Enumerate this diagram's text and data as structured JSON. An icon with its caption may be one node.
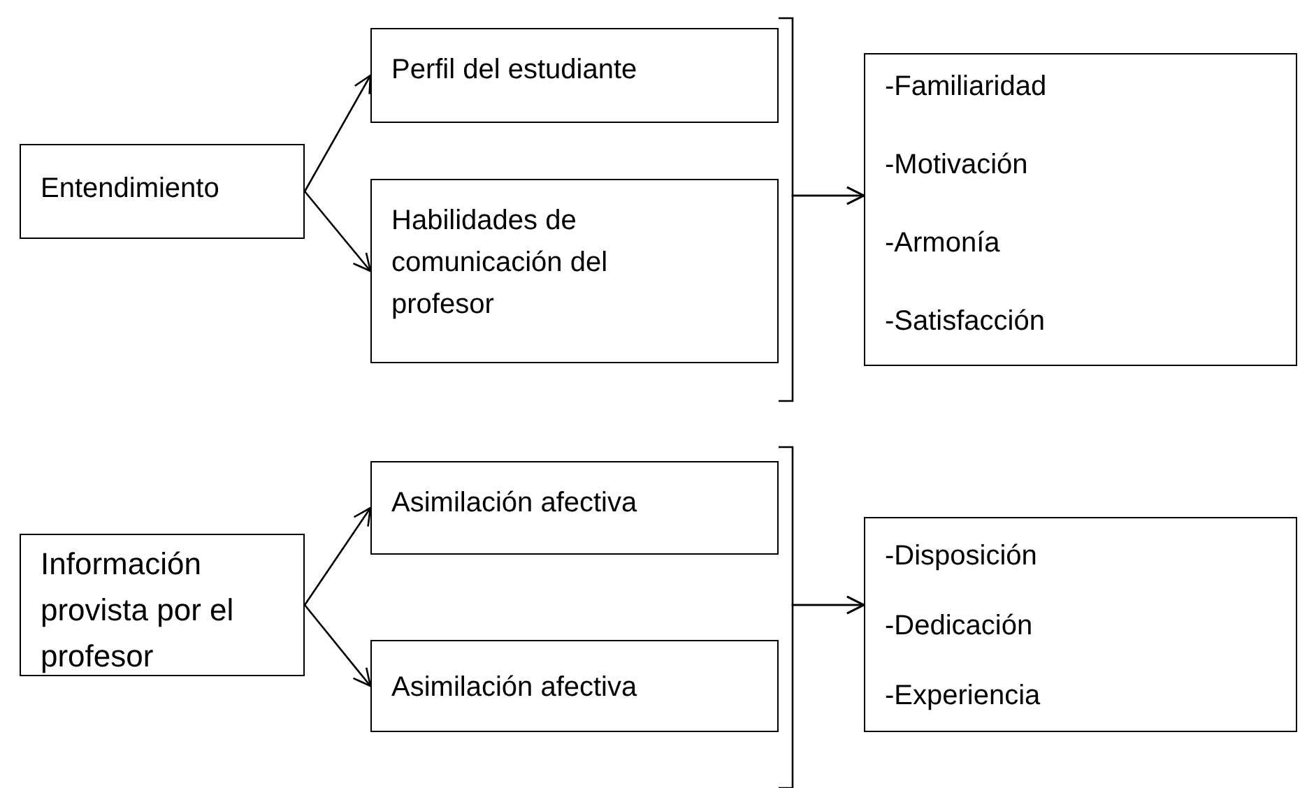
{
  "diagram": {
    "nodes": [
      {
        "text": [
          "Entendimiento"
        ]
      },
      {
        "text": [
          "Perfil del estudiante"
        ]
      },
      {
        "text": [
          "Habilidades de comunicación del profesor"
        ]
      },
      {
        "text": [
          "-Familiaridad",
          "-Motivación",
          "-Armonía",
          "-Satisfacción"
        ]
      },
      {
        "text": [
          "Información provista por el profesor"
        ]
      },
      {
        "text": [
          "Asimilación afectiva"
        ]
      },
      {
        "text": [
          "Asimilación afectiva"
        ]
      },
      {
        "text": [
          "-Disposición",
          "-Dedicación",
          "-Experiencia"
        ]
      }
    ],
    "edges": [
      {
        "from": 0,
        "to": 1,
        "arrow": "to"
      },
      {
        "from": 0,
        "to": 2,
        "arrow": "to"
      },
      {
        "from": 1,
        "to": 3,
        "arrow": "to"
      },
      {
        "from": 2,
        "to": 3,
        "arrow": "to"
      },
      {
        "from": 4,
        "to": 5,
        "arrow": "to"
      },
      {
        "from": 4,
        "to": 6,
        "arrow": "to"
      },
      {
        "from": 5,
        "to": 7,
        "arrow": "to"
      },
      {
        "from": 6,
        "to": 7,
        "arrow": "to"
      }
    ]
  }
}
